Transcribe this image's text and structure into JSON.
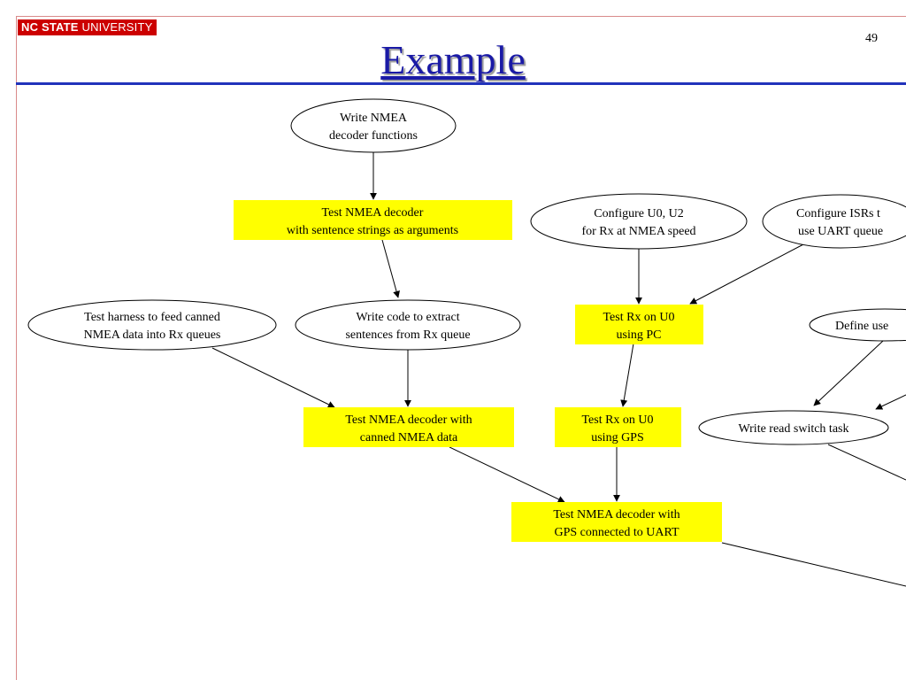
{
  "header": {
    "logo_bold": "NC STATE",
    "logo_light": " UNIVERSITY",
    "page_number": "49",
    "title": "Example"
  },
  "colors": {
    "brand_red": "#cc0000",
    "title_blue": "#1a1aa6",
    "rule_blue": "#2233bb",
    "task_highlight": "#ffff00",
    "frame": "#d98a8a"
  },
  "diagram": {
    "nodes": {
      "write_nmea": [
        "Write NMEA",
        "decoder functions"
      ],
      "test_nmea_strings": [
        "Test NMEA decoder",
        "with sentence strings as arguments"
      ],
      "configure_u0": [
        "Configure U0, U2",
        "for Rx at NMEA speed"
      ],
      "configure_isrs": [
        "Configure ISRs t",
        "use UART queue"
      ],
      "test_harness": [
        "Test harness to feed canned",
        "NMEA data into Rx queues"
      ],
      "write_extract": [
        "Write code to extract",
        "sentences from Rx queue"
      ],
      "test_rx_pc": [
        "Test Rx on U0",
        "using PC"
      ],
      "define_use": [
        "Define use"
      ],
      "test_nmea_canned": [
        "Test NMEA decoder with",
        "canned NMEA data"
      ],
      "test_rx_gps": [
        "Test Rx on U0",
        "using GPS"
      ],
      "write_read_switch": [
        "Write read switch task"
      ],
      "test_nmea_gps": [
        "Test NMEA decoder with",
        "GPS connected to UART"
      ]
    }
  }
}
